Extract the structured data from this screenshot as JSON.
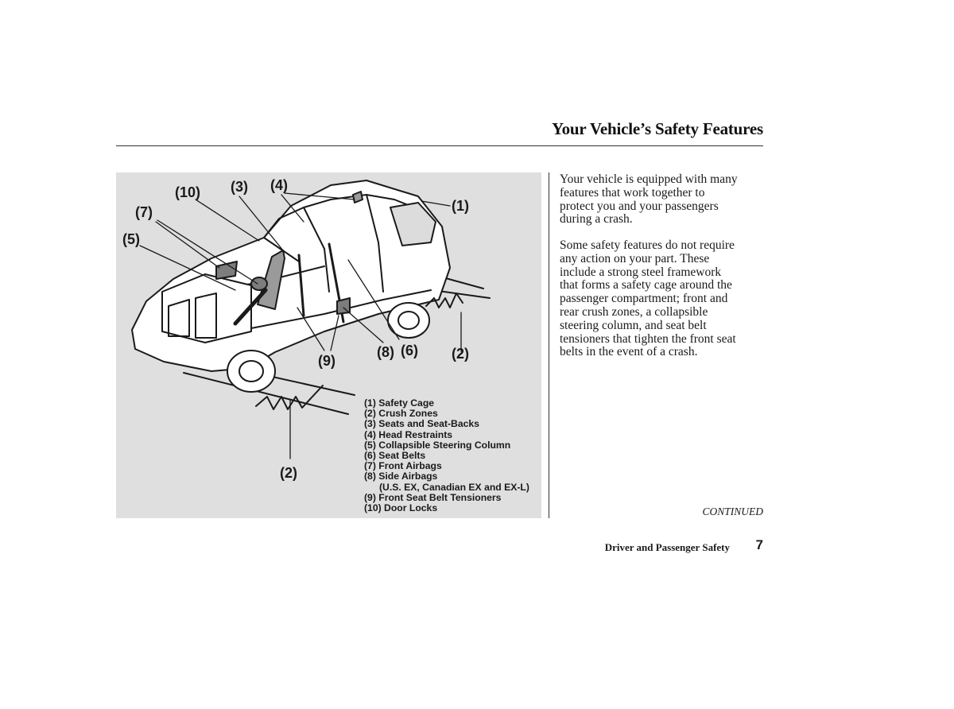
{
  "header": {
    "title": "Your Vehicle’s Safety Features"
  },
  "figure": {
    "callouts": {
      "c1": "(1)",
      "c2a": "(2)",
      "c2b": "(2)",
      "c3": "(3)",
      "c4": "(4)",
      "c5": "(5)",
      "c6": "(6)",
      "c7": "(7)",
      "c8": "(8)",
      "c9": "(9)",
      "c10": "(10)"
    },
    "legend": [
      "(1) Safety Cage",
      "(2) Crush Zones",
      "(3) Seats and Seat-Backs",
      "(4) Head Restraints",
      "(5) Collapsible Steering Column",
      "(6) Seat Belts",
      "(7) Front Airbags",
      "(8) Side Airbags",
      "(U.S. EX, Canadian EX and EX-L)",
      "(9) Front Seat Belt Tensioners",
      "(10) Door Locks"
    ]
  },
  "body": {
    "paragraphs": [
      "Your vehicle is equipped with many\nfeatures that work together to\nprotect you and your passengers\nduring a crash.",
      "Some safety features do not require\nany action on your part. These\ninclude a strong steel framework\nthat forms a safety cage around the\npassenger compartment; front and\nrear crush zones, a collapsible\nsteering column, and seat belt\ntensioners that tighten the front seat\nbelts in the event of a crash."
    ],
    "continued": "CONTINUED"
  },
  "footer": {
    "section": "Driver and Passenger Safety",
    "page_number": "7"
  }
}
